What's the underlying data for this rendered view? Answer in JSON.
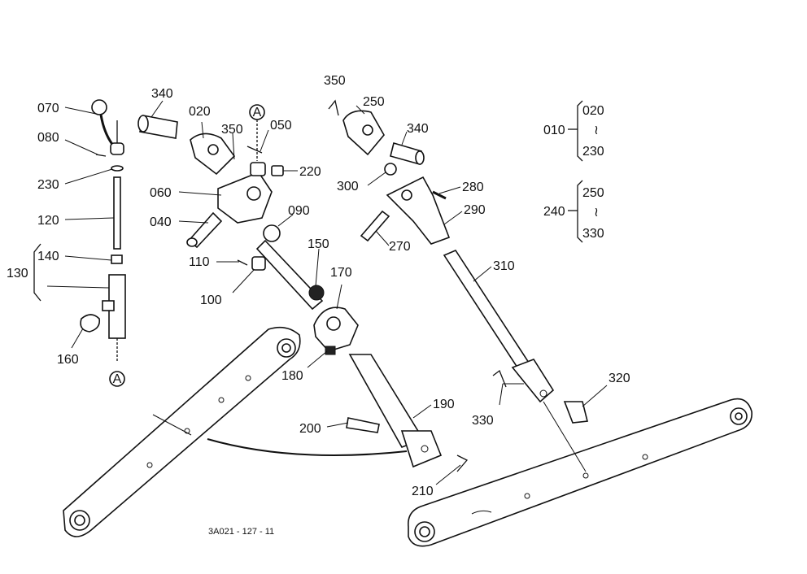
{
  "diagram": {
    "figure_code": "3A021 - 127 - 11",
    "ref_marker": "A",
    "group_ranges": [
      {
        "group": "010",
        "from": "020",
        "to": "230"
      },
      {
        "group": "240",
        "from": "250",
        "to": "330"
      }
    ],
    "callouts": [
      "070",
      "080",
      "230",
      "120",
      "140",
      "130",
      "160",
      "340",
      "020",
      "350",
      "050",
      "220",
      "060",
      "040",
      "090",
      "110",
      "100",
      "150",
      "170",
      "180",
      "190",
      "200",
      "210",
      "350",
      "250",
      "340",
      "300",
      "280",
      "290",
      "270",
      "310",
      "320",
      "330"
    ]
  }
}
